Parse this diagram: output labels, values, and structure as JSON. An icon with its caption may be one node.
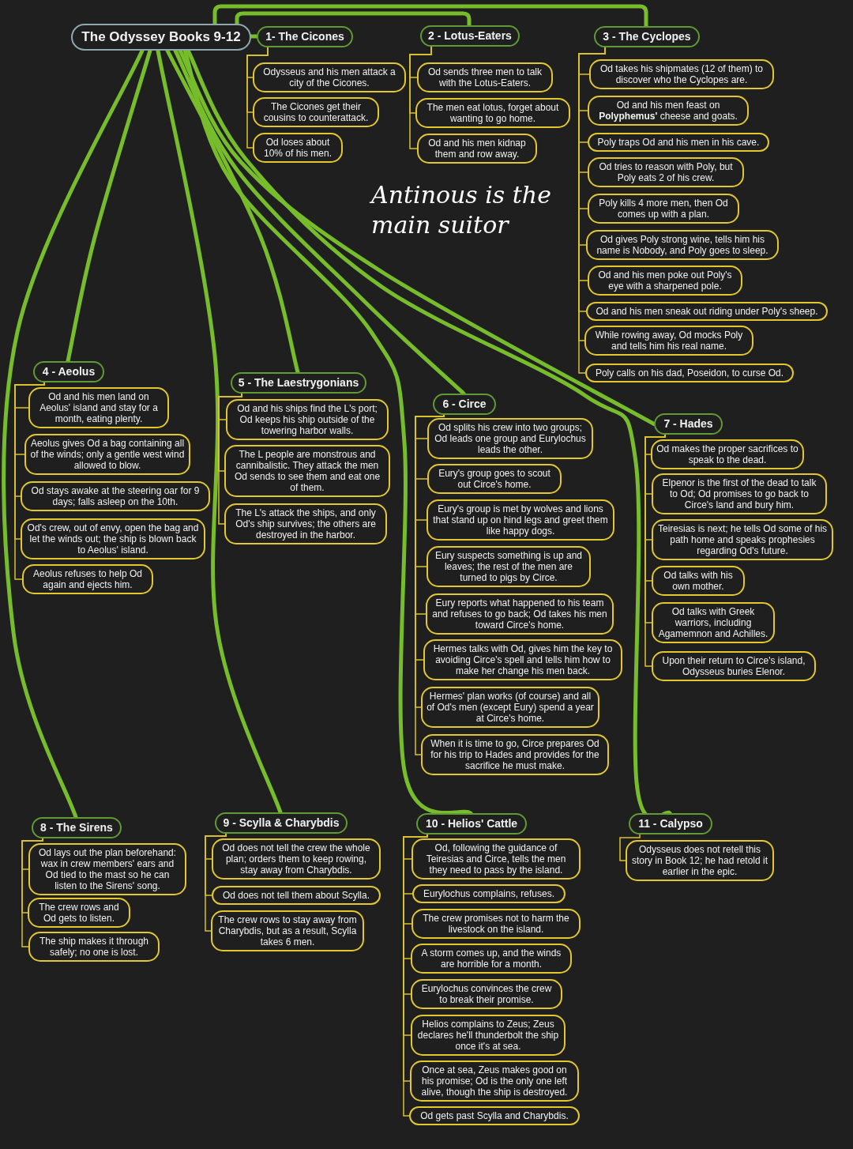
{
  "diagram": {
    "nodes": [
      {
        "text": [
          "The Odyssey Books 9-12"
        ]
      },
      {
        "text": [
          "1- The Cicones"
        ]
      },
      {
        "text": [
          "Odysseus and his men attack a city of the Cicones."
        ]
      },
      {
        "text": [
          "The Cicones get their cousins to counterattack."
        ]
      },
      {
        "text": [
          "Od loses about 10% of his men."
        ]
      },
      {
        "text": [
          "2 - Lotus-Eaters"
        ]
      },
      {
        "text": [
          "Od sends three men to talk with the Lotus-Eaters."
        ]
      },
      {
        "text": [
          "The men eat lotus, forget about wanting to go home."
        ]
      },
      {
        "text": [
          "Od and his men kidnap them and row away."
        ]
      },
      {
        "text": [
          "3 - The Cyclopes"
        ]
      },
      {
        "text": [
          "Od takes his shipmates (12 of them) to discover who the Cyclopes are."
        ]
      },
      {
        "text": [
          "Od and his men feast on **Polyphemus'** cheese and goats."
        ]
      },
      {
        "text": [
          "Poly traps Od and his men in his cave."
        ]
      },
      {
        "text": [
          "Od tries to reason with Poly, but Poly eats 2 of his crew."
        ]
      },
      {
        "text": [
          "Poly kills 4 more men, then Od comes up with a plan."
        ]
      },
      {
        "text": [
          "Od gives Poly strong wine, tells him his name is Nobody, and Poly goes to sleep."
        ]
      },
      {
        "text": [
          "Od and his men poke out Poly's eye with a sharpened pole."
        ]
      },
      {
        "text": [
          "Od and his men sneak out riding under Poly's sheep."
        ]
      },
      {
        "text": [
          "While rowing away, Od mocks Poly and tells him his real name."
        ]
      },
      {
        "text": [
          "Poly calls on his dad, Poseidon, to curse Od."
        ]
      },
      {
        "text": [
          "4 - Aeolus"
        ]
      },
      {
        "text": [
          "Od and his men land on Aeolus' island and stay for a month, eating plenty."
        ]
      },
      {
        "text": [
          "Aeolus gives Od a bag containing all of the winds; only a gentle west wind allowed to blow."
        ]
      },
      {
        "text": [
          "Od stays awake at the steering oar for 9 days; falls asleep on the 10th."
        ]
      },
      {
        "text": [
          "Od's crew, out of envy, open the bag and let the winds out; the ship is blown back to Aeolus' island."
        ]
      },
      {
        "text": [
          "Aeolus refuses to help Od again and ejects him."
        ]
      },
      {
        "text": [
          "5 - The Laestrygonians"
        ]
      },
      {
        "text": [
          "Od and his ships find the L's port; Od keeps his ship outside of the towering harbor walls."
        ]
      },
      {
        "text": [
          "The L people are monstrous and cannibalistic. They attack the men Od sends to see them and eat one of them."
        ]
      },
      {
        "text": [
          "The L's attack the ships, and only Od's ship survives; the others are destroyed in the harbor."
        ]
      },
      {
        "text": [
          "6 - Circe"
        ]
      },
      {
        "text": [
          "Od splits his crew into two groups; Od leads one group and Eurylochus leads the other."
        ]
      },
      {
        "text": [
          "Eury's group goes to scout out Circe's home."
        ]
      },
      {
        "text": [
          "Eury's group is met by wolves and lions that stand up on hind legs and greet them like happy dogs."
        ]
      },
      {
        "text": [
          "Eury suspects something is up and leaves; the rest of the men are turned to pigs by Circe."
        ]
      },
      {
        "text": [
          "Eury reports what happened to his team and refuses to go back; Od takes his men toward Circe's home."
        ]
      },
      {
        "text": [
          "Hermes talks with Od, gives him the key to avoiding Circe's spell and tells him how to make her change his men back."
        ]
      },
      {
        "text": [
          "Hermes' plan works (of course) and all of Od's men (except Eury) spend a year at Circe's home."
        ]
      },
      {
        "text": [
          "When it is time to go, Circe prepares Od for his trip to Hades and provides for the sacrifice he must make."
        ]
      },
      {
        "text": [
          "7 - Hades"
        ]
      },
      {
        "text": [
          "Od makes the proper sacrifices to speak to the dead."
        ]
      },
      {
        "text": [
          "Elpenor is the first of the dead to talk to Od; Od promises to go back to Circe's land and bury him."
        ]
      },
      {
        "text": [
          "Teiresias is next; he tells Od some of his path home and speaks prophesies regarding Od's future."
        ]
      },
      {
        "text": [
          "Od talks with his own mother."
        ]
      },
      {
        "text": [
          "Od talks with Greek warriors, including Agamemnon and Achilles."
        ]
      },
      {
        "text": [
          "Upon their return to Circe's island, Odysseus buries Elenor."
        ]
      },
      {
        "text": [
          "8 - The Sirens"
        ]
      },
      {
        "text": [
          "Od lays out the plan beforehand: wax in crew members' ears and Od tied to the mast so he can listen to the Sirens' song."
        ]
      },
      {
        "text": [
          "The crew rows and Od gets to listen."
        ]
      },
      {
        "text": [
          "The ship makes it through safely; no one is lost."
        ]
      },
      {
        "text": [
          "9 - Scylla & Charybdis"
        ]
      },
      {
        "text": [
          "Od does not tell the crew the whole plan; orders them to keep rowing, stay away from Charybdis."
        ]
      },
      {
        "text": [
          "Od does not tell them about Scylla."
        ]
      },
      {
        "text": [
          "The crew rows to stay away from Charybdis, but as a result, Scylla takes 6 men."
        ]
      },
      {
        "text": [
          "10 - Helios' Cattle"
        ]
      },
      {
        "text": [
          "Od, following the guidance of Teiresias and Circe, tells the men they need to pass by the island."
        ]
      },
      {
        "text": [
          "Eurylochus complains, refuses."
        ]
      },
      {
        "text": [
          "The crew promises not to harm the livestock on the island."
        ]
      },
      {
        "text": [
          "A storm comes up, and the winds are horrible for a month."
        ]
      },
      {
        "text": [
          "Eurylochus convinces the crew to break their promise."
        ]
      },
      {
        "text": [
          "Helios complains to Zeus; Zeus declares he'll thunderbolt the ship once it's at sea."
        ]
      },
      {
        "text": [
          "Once at sea, Zeus makes good on his promise; Od is the only one left alive, though the ship is destroyed."
        ]
      },
      {
        "text": [
          "Od gets past Scylla and Charybdis."
        ]
      },
      {
        "text": [
          "11 - Calypso"
        ]
      },
      {
        "text": [
          "Odysseus does not retell this story in Book 12; he had retold it earlier in the epic."
        ]
      }
    ],
    "edges": [
      {
        "from": 0,
        "to": 1,
        "arrow": "none",
        "style": "thick",
        "color": "#76bc2b"
      },
      {
        "from": 0,
        "to": 5,
        "arrow": "none",
        "style": "thick",
        "color": "#76bc2b"
      },
      {
        "from": 0,
        "to": 9,
        "arrow": "none",
        "style": "thick",
        "color": "#76bc2b"
      },
      {
        "from": 0,
        "to": 20,
        "arrow": "none",
        "style": "thick",
        "color": "#76bc2b"
      },
      {
        "from": 0,
        "to": 26,
        "arrow": "none",
        "style": "thick",
        "color": "#76bc2b"
      },
      {
        "from": 0,
        "to": 30,
        "arrow": "none",
        "style": "thick",
        "color": "#76bc2b"
      },
      {
        "from": 0,
        "to": 39,
        "arrow": "none",
        "style": "thick",
        "color": "#76bc2b"
      },
      {
        "from": 0,
        "to": 46,
        "arrow": "none",
        "style": "thick",
        "color": "#76bc2b"
      },
      {
        "from": 0,
        "to": 50,
        "arrow": "none",
        "style": "thick",
        "color": "#76bc2b"
      },
      {
        "from": 0,
        "to": 54,
        "arrow": "none",
        "style": "thick",
        "color": "#76bc2b"
      },
      {
        "from": 0,
        "to": 63,
        "arrow": "none",
        "style": "thick",
        "color": "#76bc2b"
      },
      {
        "from": 1,
        "to": 2,
        "arrow": "none"
      },
      {
        "from": 1,
        "to": 3,
        "arrow": "none"
      },
      {
        "from": 1,
        "to": 4,
        "arrow": "none"
      },
      {
        "from": 5,
        "to": 6,
        "arrow": "none"
      },
      {
        "from": 5,
        "to": 7,
        "arrow": "none"
      },
      {
        "from": 5,
        "to": 8,
        "arrow": "none"
      },
      {
        "from": 9,
        "to": 10,
        "arrow": "none"
      },
      {
        "from": 9,
        "to": 11,
        "arrow": "none"
      },
      {
        "from": 9,
        "to": 12,
        "arrow": "none"
      },
      {
        "from": 9,
        "to": 13,
        "arrow": "none"
      },
      {
        "from": 9,
        "to": 14,
        "arrow": "none"
      },
      {
        "from": 9,
        "to": 15,
        "arrow": "none"
      },
      {
        "from": 9,
        "to": 16,
        "arrow": "none"
      },
      {
        "from": 9,
        "to": 17,
        "arrow": "none"
      },
      {
        "from": 9,
        "to": 18,
        "arrow": "none"
      },
      {
        "from": 9,
        "to": 19,
        "arrow": "none"
      },
      {
        "from": 20,
        "to": 21,
        "arrow": "none"
      },
      {
        "from": 20,
        "to": 22,
        "arrow": "none"
      },
      {
        "from": 20,
        "to": 23,
        "arrow": "none"
      },
      {
        "from": 20,
        "to": 24,
        "arrow": "none"
      },
      {
        "from": 20,
        "to": 25,
        "arrow": "none"
      },
      {
        "from": 26,
        "to": 27,
        "arrow": "none"
      },
      {
        "from": 26,
        "to": 28,
        "arrow": "none"
      },
      {
        "from": 26,
        "to": 29,
        "arrow": "none"
      },
      {
        "from": 30,
        "to": 31,
        "arrow": "none"
      },
      {
        "from": 30,
        "to": 32,
        "arrow": "none"
      },
      {
        "from": 30,
        "to": 33,
        "arrow": "none"
      },
      {
        "from": 30,
        "to": 34,
        "arrow": "none"
      },
      {
        "from": 30,
        "to": 35,
        "arrow": "none"
      },
      {
        "from": 30,
        "to": 36,
        "arrow": "none"
      },
      {
        "from": 30,
        "to": 37,
        "arrow": "none"
      },
      {
        "from": 30,
        "to": 38,
        "arrow": "none"
      },
      {
        "from": 39,
        "to": 40,
        "arrow": "none"
      },
      {
        "from": 39,
        "to": 41,
        "arrow": "none"
      },
      {
        "from": 39,
        "to": 42,
        "arrow": "none"
      },
      {
        "from": 39,
        "to": 43,
        "arrow": "none"
      },
      {
        "from": 39,
        "to": 44,
        "arrow": "none"
      },
      {
        "from": 39,
        "to": 45,
        "arrow": "none"
      },
      {
        "from": 46,
        "to": 47,
        "arrow": "none"
      },
      {
        "from": 46,
        "to": 48,
        "arrow": "none"
      },
      {
        "from": 46,
        "to": 49,
        "arrow": "none"
      },
      {
        "from": 50,
        "to": 51,
        "arrow": "none"
      },
      {
        "from": 50,
        "to": 52,
        "arrow": "none"
      },
      {
        "from": 50,
        "to": 53,
        "arrow": "none"
      },
      {
        "from": 54,
        "to": 55,
        "arrow": "none"
      },
      {
        "from": 54,
        "to": 56,
        "arrow": "none"
      },
      {
        "from": 54,
        "to": 57,
        "arrow": "none"
      },
      {
        "from": 54,
        "to": 58,
        "arrow": "none"
      },
      {
        "from": 54,
        "to": 59,
        "arrow": "none"
      },
      {
        "from": 54,
        "to": 60,
        "arrow": "none"
      },
      {
        "from": 54,
        "to": 61,
        "arrow": "none"
      },
      {
        "from": 54,
        "to": 62,
        "arrow": "none"
      },
      {
        "from": 63,
        "to": 64,
        "arrow": "none"
      }
    ],
    "labels": [
      "Antinous is the main suitor"
    ]
  }
}
